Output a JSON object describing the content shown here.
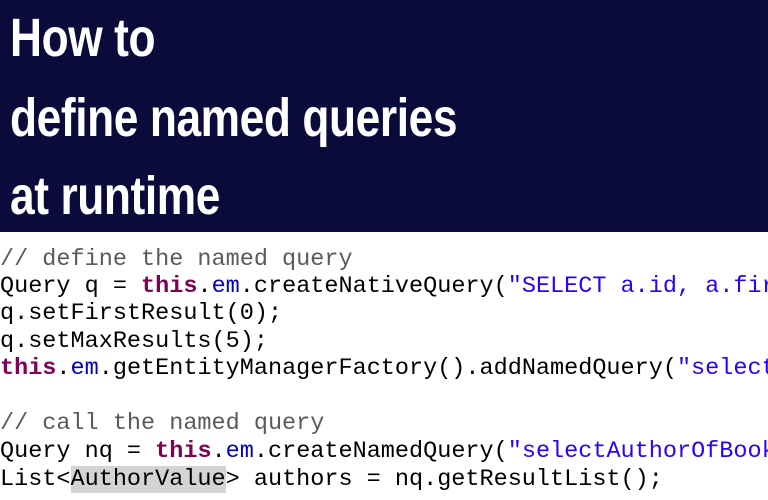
{
  "title": {
    "lines": [
      "How to",
      "define named queries",
      "at runtime"
    ]
  },
  "code": {
    "lines": [
      [
        {
          "t": "// define the named query",
          "k": "comment"
        }
      ],
      [
        {
          "t": "Query q = ",
          "k": "plain"
        },
        {
          "t": "this",
          "k": "keyword"
        },
        {
          "t": ".",
          "k": "plain"
        },
        {
          "t": "em",
          "k": "field"
        },
        {
          "t": ".createNativeQuery(",
          "k": "plain"
        },
        {
          "t": "\"SELECT a.id, a.fir",
          "k": "string"
        }
      ],
      [
        {
          "t": "q.setFirstResult(0);",
          "k": "plain"
        }
      ],
      [
        {
          "t": "q.setMaxResults(5);",
          "k": "plain"
        }
      ],
      [
        {
          "t": "this",
          "k": "keyword"
        },
        {
          "t": ".",
          "k": "plain"
        },
        {
          "t": "em",
          "k": "field"
        },
        {
          "t": ".getEntityManagerFactory().addNamedQuery(",
          "k": "plain"
        },
        {
          "t": "\"select",
          "k": "string"
        }
      ],
      [],
      [
        {
          "t": "// call the named query",
          "k": "comment"
        }
      ],
      [
        {
          "t": "Query nq = ",
          "k": "plain"
        },
        {
          "t": "this",
          "k": "keyword"
        },
        {
          "t": ".",
          "k": "plain"
        },
        {
          "t": "em",
          "k": "field"
        },
        {
          "t": ".createNamedQuery(",
          "k": "plain"
        },
        {
          "t": "\"selectAuthorOfBook",
          "k": "string"
        }
      ],
      [
        {
          "t": "List<",
          "k": "plain"
        },
        {
          "t": "AuthorValue",
          "k": "type-highlight"
        },
        {
          "t": "> authors = nq.getResultList();",
          "k": "plain"
        }
      ]
    ]
  },
  "colors": {
    "banner": "#0b0b3b",
    "title_text": "#ffffff",
    "comment": "#5a5a5a",
    "keyword": "#7f0055",
    "field": "#0000c0",
    "string": "#2a00ff"
  }
}
